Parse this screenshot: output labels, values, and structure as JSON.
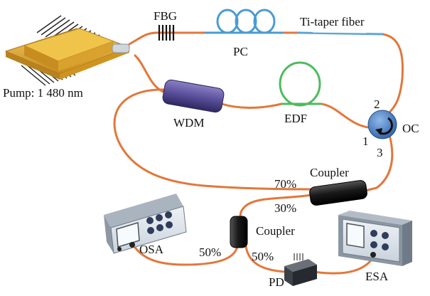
{
  "labels": {
    "fbg": "FBG",
    "pc": "PC",
    "taper": "Ti-taper fiber",
    "pump": "Pump: 1 480 nm",
    "wdm": "WDM",
    "edf": "EDF",
    "oc": "OC",
    "port1": "1",
    "port2": "2",
    "port3": "3",
    "coupler_top": "Coupler",
    "pct70": "70%",
    "pct30": "30%",
    "coupler_bottom": "Coupler",
    "osa": "OSA",
    "pct50_left": "50%",
    "pct50_right": "50%",
    "pd": "PD",
    "esa": "ESA"
  },
  "colors": {
    "fiber": "#e2773a",
    "pc_blue": "#4a9bd2",
    "edf_green": "#4dbb5c",
    "wdm": "#5a4f9a",
    "oc_blue": "#3f78c2",
    "pump_gold": "#e0a526",
    "coupler": "#1a1a1a",
    "instrument": "#dfe6ee"
  }
}
